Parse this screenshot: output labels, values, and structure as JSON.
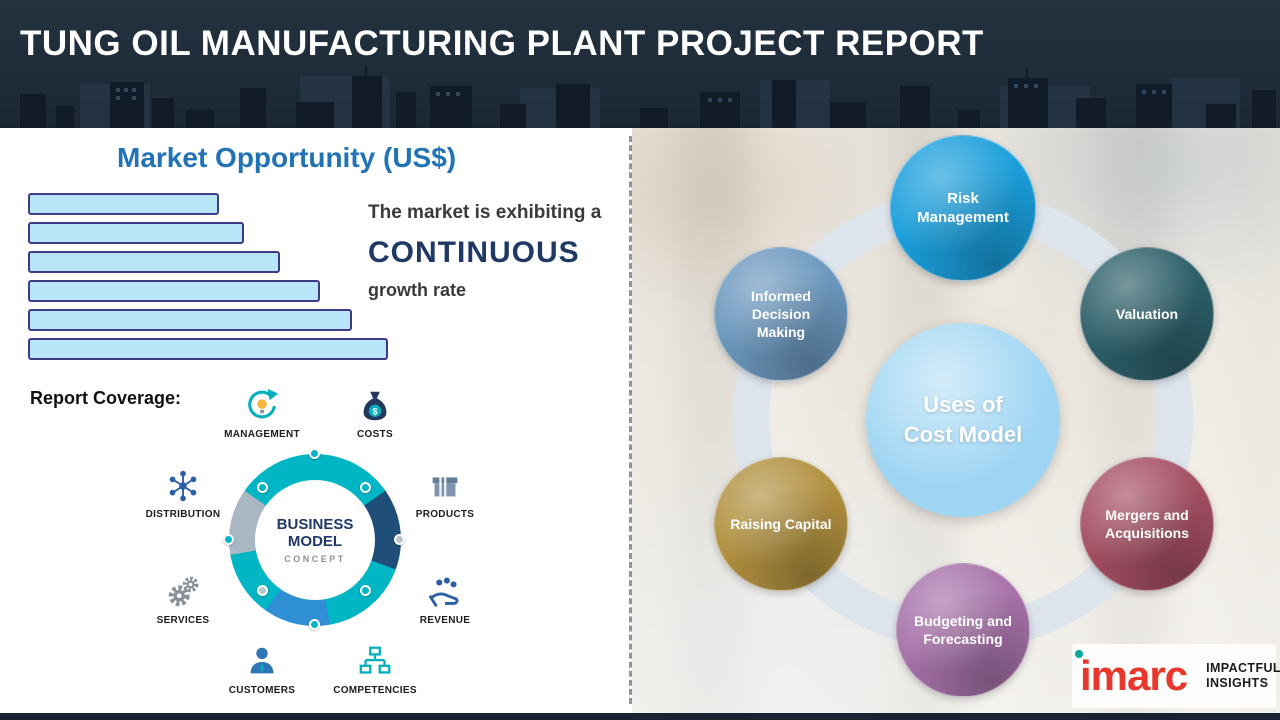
{
  "header": {
    "title": "TUNG OIL MANUFACTURING PLANT PROJECT REPORT"
  },
  "left_panel": {
    "chart_title": "Market Opportunity (US$)",
    "market_text": {
      "line1": "The market is exhibiting a",
      "line2": "CONTINUOUS",
      "line3": "growth rate"
    },
    "report_coverage_label": "Report Coverage:",
    "business_model": {
      "center_line1": "BUSINESS",
      "center_line2": "MODEL",
      "center_line3": "CONCEPT",
      "items": [
        {
          "label": "MANAGEMENT",
          "icon": "management-icon"
        },
        {
          "label": "COSTS",
          "icon": "money-bag-icon"
        },
        {
          "label": "DISTRIBUTION",
          "icon": "network-icon"
        },
        {
          "label": "PRODUCTS",
          "icon": "box-icon"
        },
        {
          "label": "SERVICES",
          "icon": "gears-icon"
        },
        {
          "label": "REVENUE",
          "icon": "hand-coins-icon"
        },
        {
          "label": "CUSTOMERS",
          "icon": "person-icon"
        },
        {
          "label": "COMPETENCIES",
          "icon": "org-chart-icon"
        }
      ]
    }
  },
  "chart_data": {
    "type": "bar",
    "orientation": "horizontal",
    "title": "Market Opportunity (US$)",
    "categories": [
      "bar1",
      "bar2",
      "bar3",
      "bar4",
      "bar5",
      "bar6"
    ],
    "values": [
      53,
      60,
      70,
      81,
      90,
      100
    ],
    "value_note": "unlabeled decorative bars; values are relative lengths estimated from pixels",
    "xlabel": "",
    "ylabel": "",
    "bar_fill": "#b9e5f8",
    "bar_border": "#3e3a87"
  },
  "cost_model": {
    "center": {
      "line1": "Uses of",
      "line2": "Cost Model",
      "color": "#9ed5f3"
    },
    "nodes": [
      {
        "label": "Risk Management",
        "color": "#1a9edb"
      },
      {
        "label": "Valuation",
        "color": "#2d5f69"
      },
      {
        "label": "Mergers and Acquisitions",
        "color": "#a34e63"
      },
      {
        "label": "Budgeting and Forecasting",
        "color": "#a671a9"
      },
      {
        "label": "Raising Capital",
        "color": "#b1903f"
      },
      {
        "label": "Informed Decision Making",
        "color": "#6b97bd"
      }
    ]
  },
  "footer_logo": {
    "brand": "imarc",
    "brand_color": "#e8372c",
    "tagline_line1": "IMPACTFUL",
    "tagline_line2": "INSIGHTS"
  }
}
